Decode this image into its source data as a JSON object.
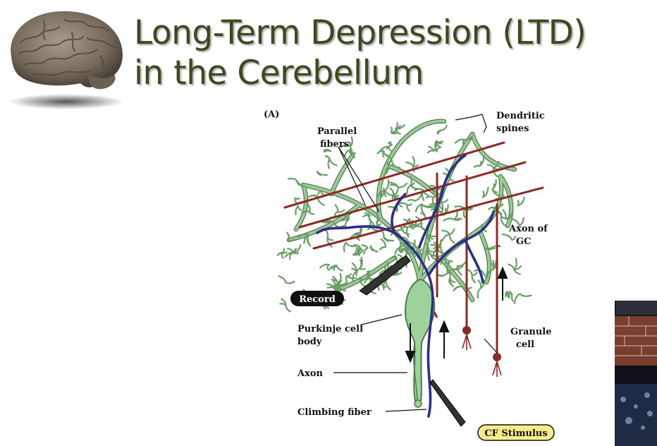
{
  "slide": {
    "title_line1": "Long-Term Depression (LTD)",
    "title_line2": "in the Cerebellum"
  },
  "figure": {
    "panel_label": "(A)",
    "labels": {
      "dendritic_line1": "Dendritic",
      "dendritic_line2": "spines",
      "parallel_line1": "Parallel",
      "parallel_line2": "fibers",
      "axon_gc_line1": "Axon of",
      "axon_gc_line2": "GC",
      "purkinje_line1": "Purkinje cell",
      "purkinje_line2": "body",
      "axon": "Axon",
      "granule_line1": "Granule",
      "granule_line2": "cell",
      "climbing": "Climbing fiber"
    },
    "badges": {
      "record": "Record",
      "cf_stimulus": "CF Stimulus"
    }
  },
  "colors": {
    "title": "#3b4a1f",
    "dendrite": "#8fbf8c",
    "dendrite_outline": "#4d7a4c",
    "parallel_fiber": "#8b2a25",
    "climbing_fiber": "#2c2f86",
    "record_badge": "#111111",
    "cf_badge": "#f5ee8a"
  }
}
